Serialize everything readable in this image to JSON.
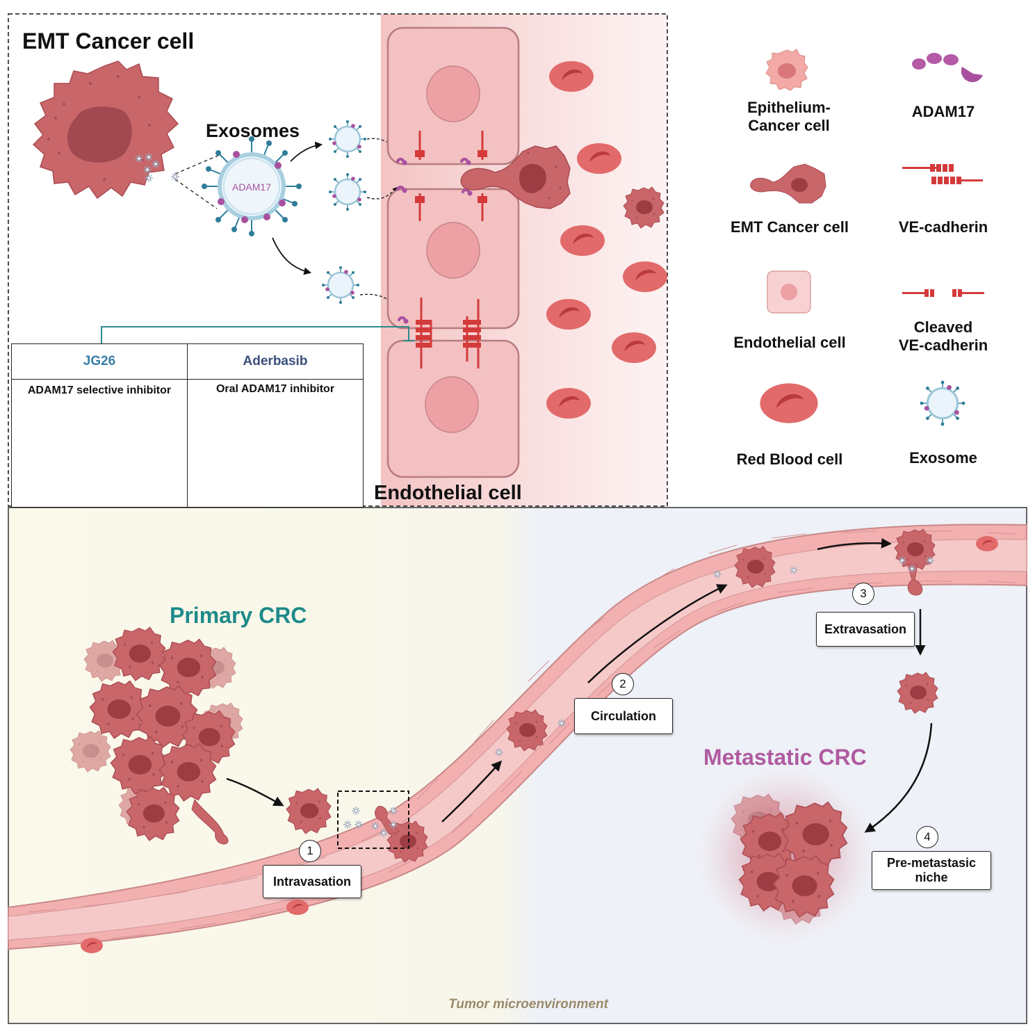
{
  "top_panel": {
    "emt_title": "EMT Cancer cell",
    "exosomes_label": "Exosomes",
    "adam17_vesicle_label": "ADAM17",
    "endothelial_label": "Endothelial cell"
  },
  "inhibitors": [
    {
      "name": "JG26",
      "description": "ADAM17 selective inhibitor",
      "color": "#3a7fa8"
    },
    {
      "name": "Aderbasib",
      "description": "Oral ADAM17 inhibitor",
      "color": "#3a4f7a"
    }
  ],
  "legend": [
    {
      "label": "Epithelium-\nCancer cell",
      "icon": "epithelium-cancer-cell-icon"
    },
    {
      "label": "ADAM17",
      "icon": "adam17-icon"
    },
    {
      "label": "EMT Cancer cell",
      "icon": "emt-cancer-cell-icon"
    },
    {
      "label": "VE-cadherin",
      "icon": "ve-cadherin-icon"
    },
    {
      "label": "Endothelial cell",
      "icon": "endothelial-cell-icon"
    },
    {
      "label": "Cleaved\nVE-cadherin",
      "icon": "cleaved-ve-cadherin-icon"
    },
    {
      "label": "Red Blood cell",
      "icon": "red-blood-cell-icon"
    },
    {
      "label": "Exosome",
      "icon": "exosome-icon"
    }
  ],
  "bottom_panel": {
    "primary_label": "Primary CRC",
    "metastatic_label": "Metastatic CRC",
    "footer": "Tumor microenvironment",
    "steps": [
      {
        "number": "1",
        "label": "Intravasation"
      },
      {
        "number": "2",
        "label": "Circulation"
      },
      {
        "number": "3",
        "label": "Extravasation"
      },
      {
        "number": "4",
        "label": "Pre-metastasic\nniche"
      }
    ]
  },
  "colors": {
    "primary_label": "#1e8a8a",
    "metastatic_label": "#b05aa0",
    "footer": "#9a8a6a",
    "cell": "#c9666a",
    "vessel": "#f2b7b7",
    "cadherin": "#d43a3a",
    "adam17": "#a8509e"
  }
}
